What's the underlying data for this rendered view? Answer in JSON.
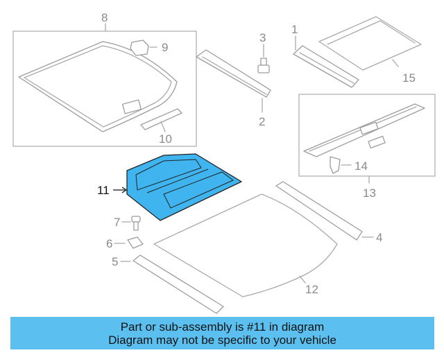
{
  "callouts": {
    "c1": "1",
    "c2": "2",
    "c3": "3",
    "c4": "4",
    "c5": "5",
    "c6": "6",
    "c7": "7",
    "c8": "8",
    "c9": "9",
    "c10": "10",
    "c11": "11",
    "c12": "12",
    "c13": "13",
    "c14": "14",
    "c15": "15"
  },
  "highlighted_part": "11",
  "colors": {
    "highlight_fill": "#3fb4ee",
    "banner_bg": "#5bc0f0",
    "line_gray": "#a9a9a9"
  },
  "banner": {
    "line1": "Part or sub-assembly is #11 in diagram",
    "line2": "Diagram may not be specific to your vehicle"
  }
}
